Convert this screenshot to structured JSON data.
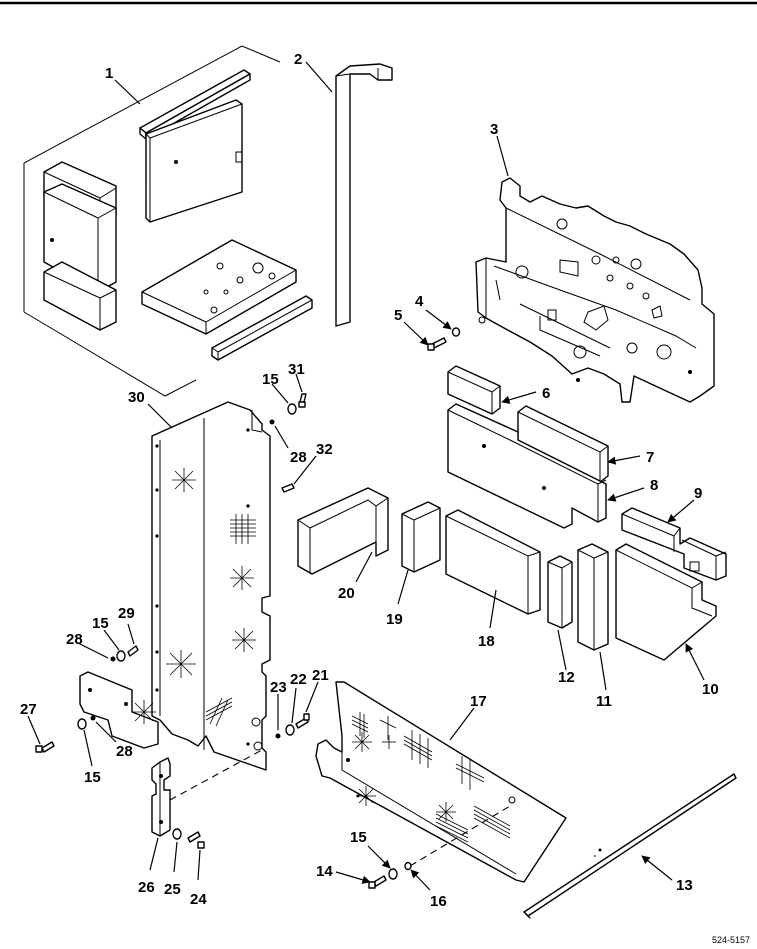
{
  "figure_id": "524-5157",
  "callouts": {
    "c1": "1",
    "c2": "2",
    "c3": "3",
    "c4": "4",
    "c5": "5",
    "c6": "6",
    "c7": "7",
    "c8": "8",
    "c9": "9",
    "c10": "10",
    "c11": "11",
    "c12": "12",
    "c13": "13",
    "c14": "14",
    "c15a": "15",
    "c15b": "15",
    "c15c": "15",
    "c15d": "15",
    "c16": "16",
    "c17": "17",
    "c18": "18",
    "c19": "19",
    "c20": "20",
    "c21": "21",
    "c22": "22",
    "c23": "23",
    "c24": "24",
    "c25": "25",
    "c26": "26",
    "c27": "27",
    "c28a": "28",
    "c28b": "28",
    "c28c": "28",
    "c29": "29",
    "c30": "30",
    "c31": "31",
    "c32": "32"
  }
}
